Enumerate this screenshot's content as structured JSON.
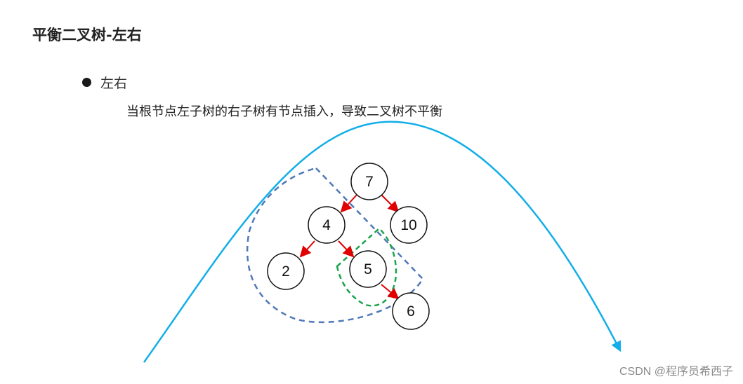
{
  "title": "平衡二叉树-左右",
  "bullet": {
    "label": "左右"
  },
  "description": "当根节点左子树的右子树有节点插入，导致二叉树不平衡",
  "tree": {
    "nodes": [
      {
        "id": "n7",
        "label": "7"
      },
      {
        "id": "n4",
        "label": "4"
      },
      {
        "id": "n10",
        "label": "10"
      },
      {
        "id": "n2",
        "label": "2"
      },
      {
        "id": "n5",
        "label": "5"
      },
      {
        "id": "n6",
        "label": "6"
      }
    ],
    "edges": [
      {
        "from": "7",
        "to": "4"
      },
      {
        "from": "7",
        "to": "10"
      },
      {
        "from": "4",
        "to": "2"
      },
      {
        "from": "4",
        "to": "5"
      },
      {
        "from": "5",
        "to": "6"
      }
    ]
  },
  "colors": {
    "edge": "#e00000",
    "blue_outline": "#4f78b8",
    "green_outline": "#19a24a",
    "rotation_arrow": "#12aee8"
  },
  "watermark": "CSDN @程序员希西子"
}
